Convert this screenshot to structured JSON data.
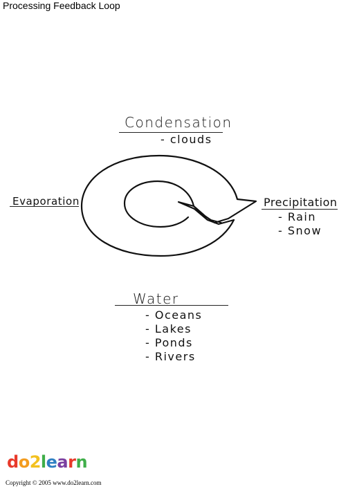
{
  "page_title": "Processing Feedback Loop",
  "condensation": {
    "heading": "Condensation",
    "items": [
      "- clouds"
    ]
  },
  "evaporation": {
    "heading": "Evaporation"
  },
  "precipitation": {
    "heading": "Precipitation",
    "items": [
      "- Rain",
      "- Snow"
    ]
  },
  "water": {
    "heading": "Water",
    "items": [
      "- Oceans",
      "- Lakes",
      "- Ponds",
      "- Rivers"
    ]
  },
  "logo": {
    "letters": [
      "d",
      "o",
      "2",
      "l",
      "e",
      "a",
      "r",
      "n"
    ],
    "colors": [
      "#e83a2b",
      "#f39c1f",
      "#f3c11f",
      "#3fae49",
      "#2e7fc2",
      "#7b3fa0",
      "#e83a2b",
      "#3fae49"
    ]
  },
  "copyright": "Copyright © 2005 www.do2learn.com"
}
